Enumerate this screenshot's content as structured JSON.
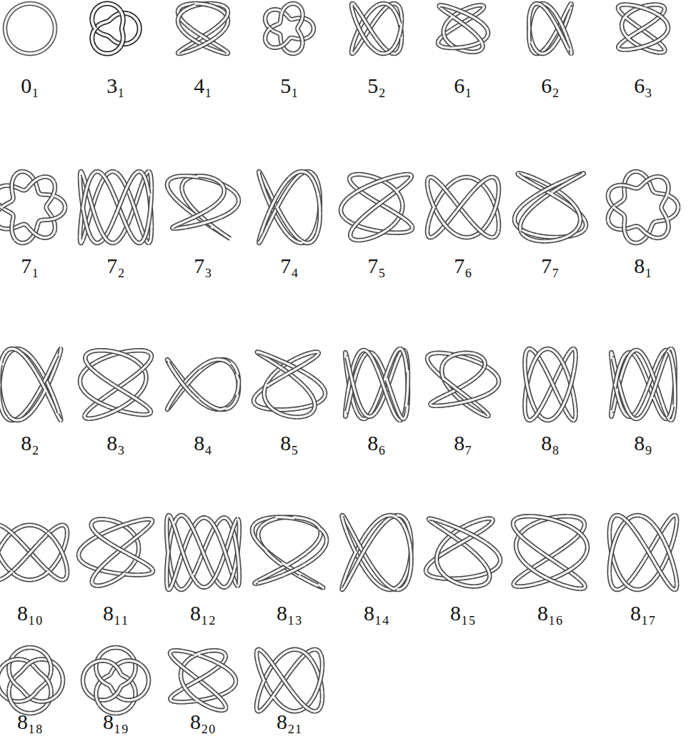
{
  "diagram": {
    "labels": [
      "0₁",
      "3₁",
      "4₁",
      "5₁",
      "5₂",
      "6₁",
      "6₂",
      "6₃",
      "7₁",
      "7₂",
      "7₃",
      "7₄",
      "7₅",
      "7₆",
      "7₇",
      "8₁",
      "8₂",
      "8₃",
      "8₄",
      "8₅",
      "8₆",
      "8₇",
      "8₈",
      "8₉",
      "8₁₀",
      "8₁₁",
      "8₁₂",
      "8₁₃",
      "8₁₄",
      "8₁₅",
      "8₁₆",
      "8₁₇",
      "8₁₈",
      "8₁₉",
      "8₂₀",
      "8₂₁"
    ]
  }
}
